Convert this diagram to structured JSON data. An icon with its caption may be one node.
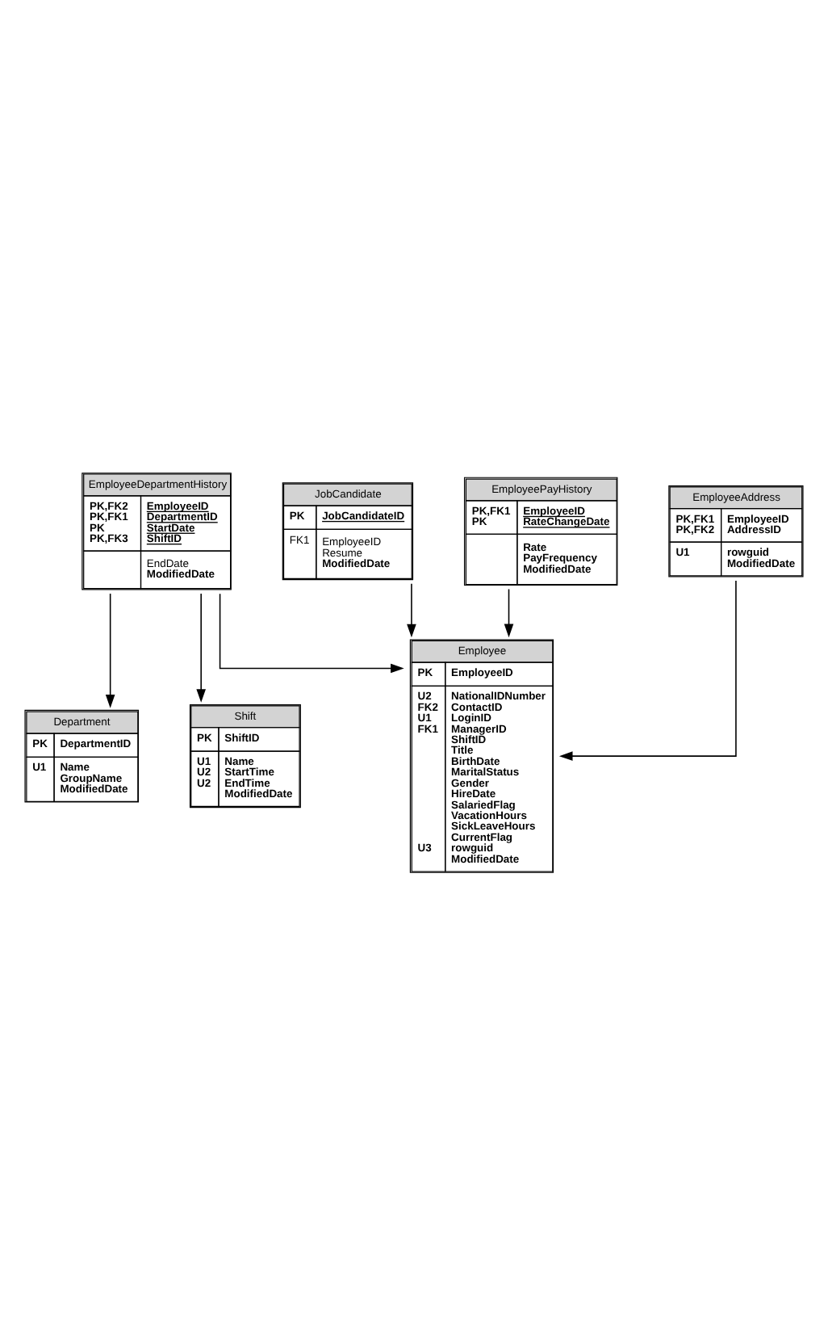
{
  "diagram": {
    "nodes": [
      {
        "text": [
          "Department",
          "PK",
          "DepartmentID",
          "U1",
          "Name",
          "GroupName",
          "ModifiedDate"
        ]
      },
      {
        "text": [
          "EmployeeDepartmentHistory",
          "PK,FK2",
          "EmployeeID",
          "PK,FK1",
          "DepartmentID",
          "PK",
          "StartDate",
          "PK,FK3",
          "ShiftID",
          "EndDate",
          "ModifiedDate"
        ]
      },
      {
        "text": [
          "Employee",
          "PK",
          "EmployeeID",
          "U2",
          "NationalIDNumber",
          "FK2",
          "ContactID",
          "U1",
          "LoginID",
          "FK1",
          "ManagerID",
          "ShiftID",
          "Title",
          "BirthDate",
          "MaritalStatus",
          "Gender",
          "HireDate",
          "SalariedFlag",
          "VacationHours",
          "SickLeaveHours",
          "CurrentFlag",
          "U3",
          "rowguid",
          "ModifiedDate"
        ]
      },
      {
        "text": [
          "Shift",
          "PK",
          "ShiftID",
          "U1",
          "Name",
          "U2",
          "StartTime",
          "U2",
          "EndTime",
          "ModifiedDate"
        ]
      },
      {
        "text": [
          "JobCandidate",
          "PK",
          "JobCandidateID",
          "FK1",
          "EmployeeID",
          "Resume",
          "ModifiedDate"
        ]
      },
      {
        "text": [
          "EmployeePayHistory",
          "PK,FK1",
          "EmployeeID",
          "PK",
          "RateChangeDate",
          "Rate",
          "PayFrequency",
          "ModifiedDate"
        ]
      },
      {
        "text": [
          "EmployeeAddress",
          "PK,FK1",
          "EmployeeID",
          "PK,FK2",
          "AddressID",
          "U1",
          "rowguid",
          "ModifiedDate"
        ]
      }
    ],
    "edges": [
      {
        "from": 1,
        "to": 0,
        "arrow": "to"
      },
      {
        "from": 1,
        "to": 3,
        "arrow": "to"
      },
      {
        "from": 1,
        "to": 2,
        "arrow": "to"
      },
      {
        "from": 4,
        "to": 2,
        "arrow": "to"
      },
      {
        "from": 5,
        "to": 2,
        "arrow": "to"
      },
      {
        "from": 6,
        "to": 2,
        "arrow": "to"
      }
    ]
  }
}
